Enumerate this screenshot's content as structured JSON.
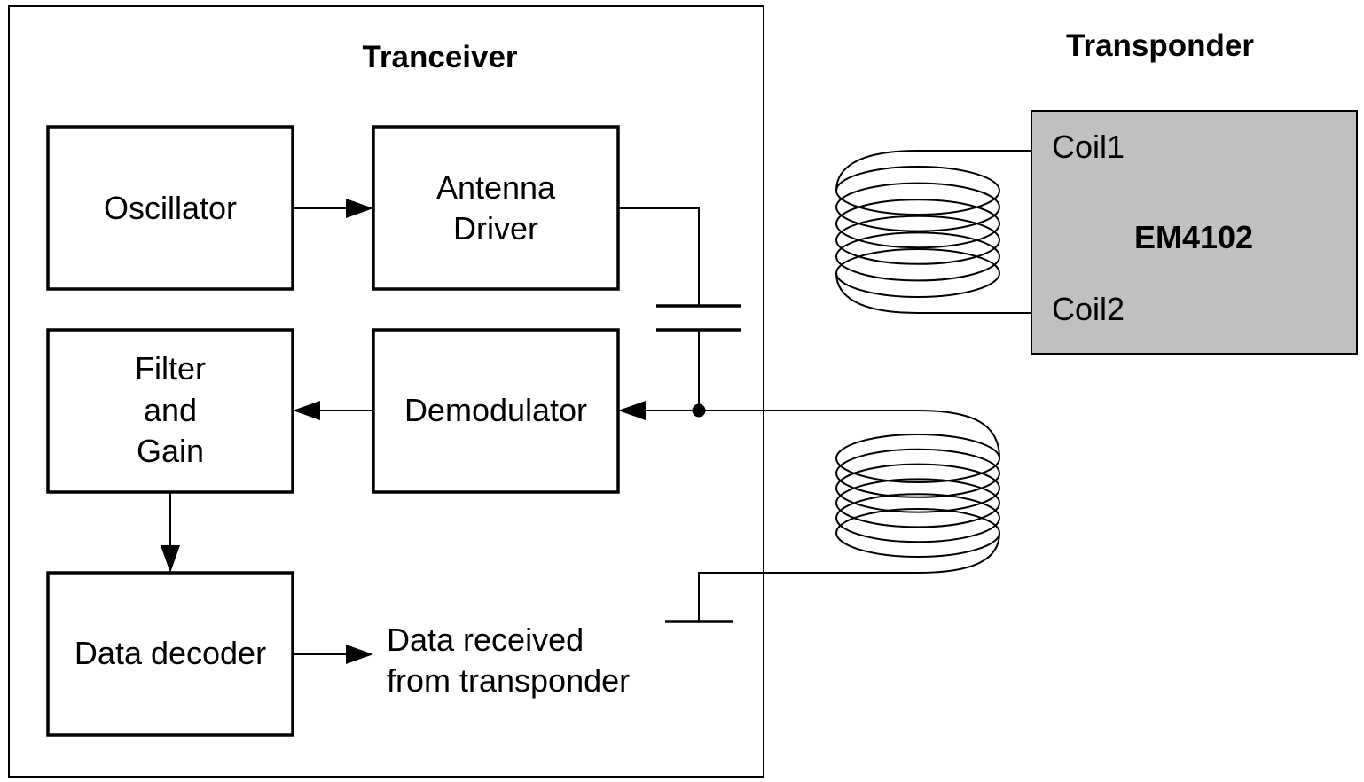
{
  "tranceiver": {
    "title": "Tranceiver",
    "blocks": {
      "oscillator": [
        "Oscillator"
      ],
      "antenna_driver": [
        "Antenna",
        "Driver"
      ],
      "filter_gain": [
        "Filter",
        "and",
        "Gain"
      ],
      "demodulator": [
        "Demodulator"
      ],
      "data_decoder": [
        "Data decoder"
      ]
    },
    "output_label": [
      "Data received",
      "from transponder"
    ]
  },
  "transponder": {
    "title": "Transponder",
    "chip": "EM4102",
    "pins": [
      "Coil1",
      "Coil2"
    ],
    "fill_color": "#c0c0c0"
  },
  "coils": {
    "turns": 7
  }
}
